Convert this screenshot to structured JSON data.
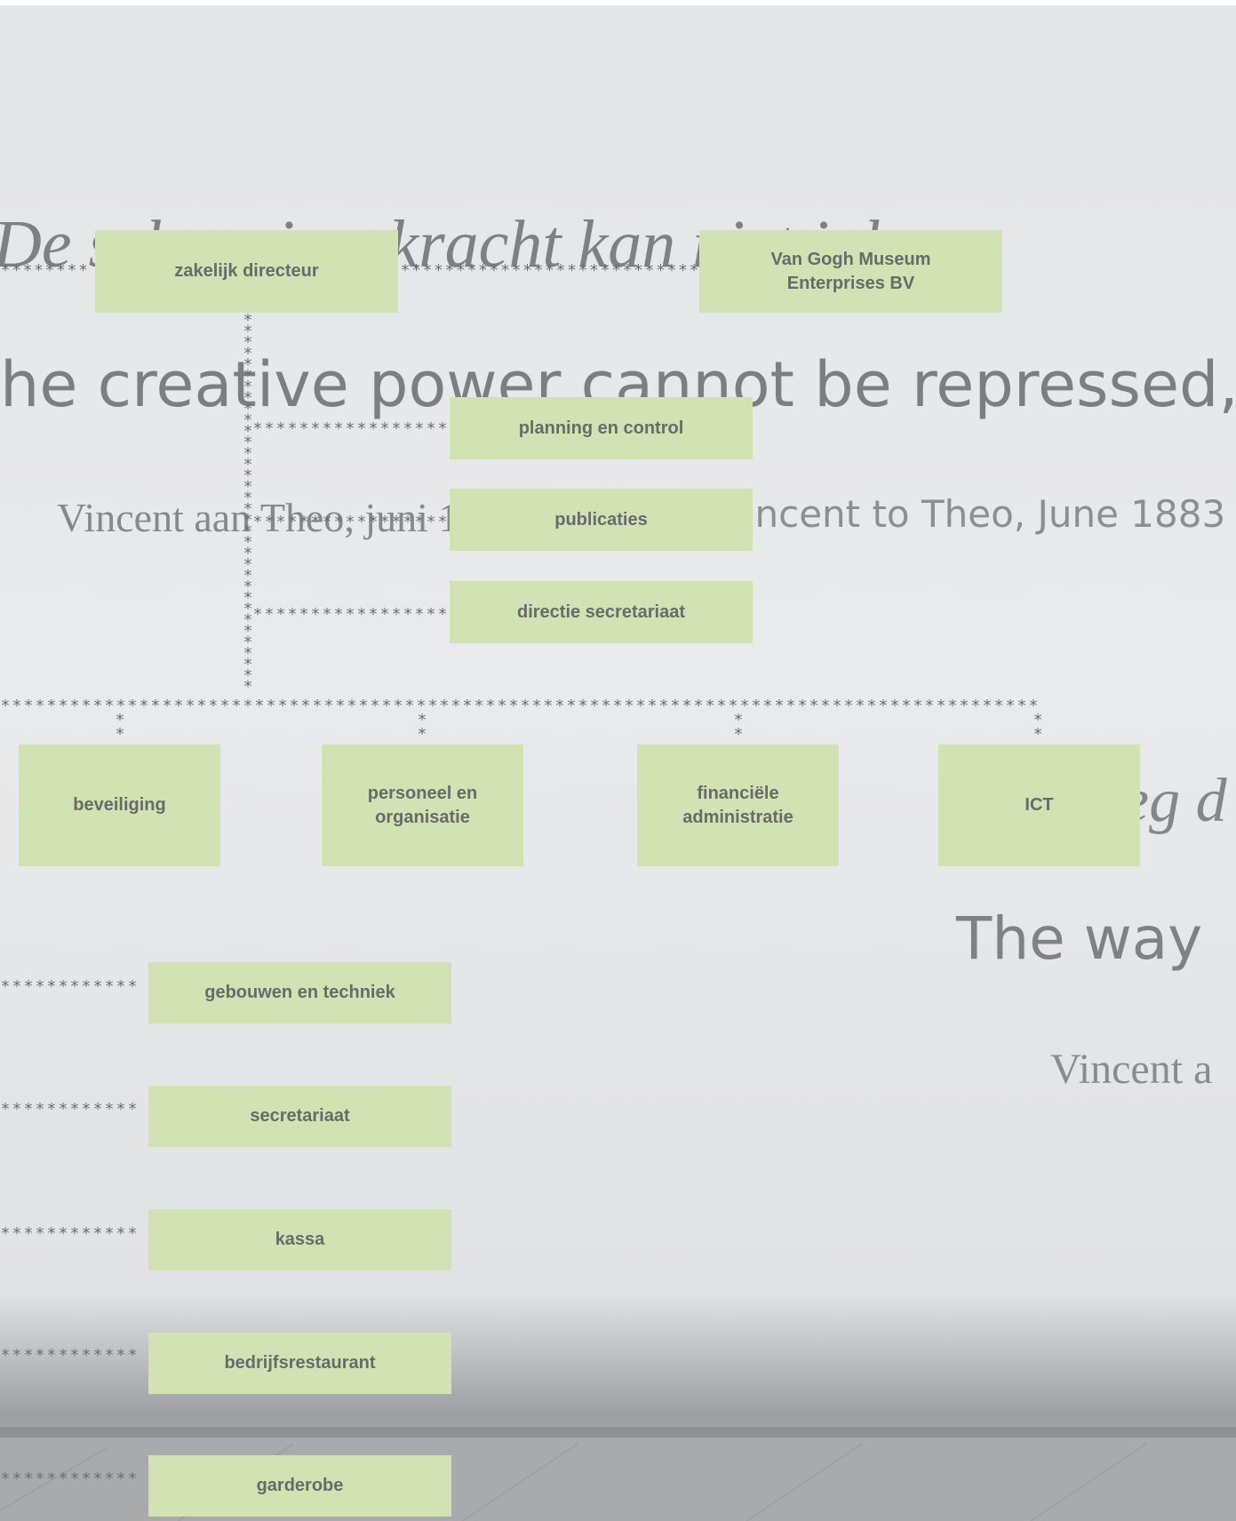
{
  "background": {
    "wall_text": {
      "dutch_quote": "De scheppingskracht kan niet inh",
      "english_quote": "he creative power cannot be repressed,",
      "attribution_dutch": "Vincent aan Theo, juni 1883",
      "attribution_english": "Vincent to Theo, June 1883",
      "fragment_right_italic": "eg d",
      "fragment_way": "The way",
      "fragment_vincent": "Vincent a"
    }
  },
  "org_chart": {
    "top": [
      {
        "id": "zakelijk",
        "label": "zakelijk directeur"
      },
      {
        "id": "vgme",
        "label": "Van Gogh Museum\nEnterprises BV"
      }
    ],
    "staff": [
      {
        "id": "planning",
        "label": "planning en control"
      },
      {
        "id": "publicaties",
        "label": "publicaties"
      },
      {
        "id": "directie",
        "label": "directie secretariaat"
      }
    ],
    "departments": [
      {
        "id": "beveiliging",
        "label": "beveiliging"
      },
      {
        "id": "personeel",
        "label": "personeel en\norganisatie"
      },
      {
        "id": "financiele",
        "label": "financiële\nadministratie"
      },
      {
        "id": "ict",
        "label": "ICT"
      }
    ],
    "sub_units": [
      {
        "id": "gebouwen",
        "label": "gebouwen en techniek"
      },
      {
        "id": "secretariaat",
        "label": "secretariaat"
      },
      {
        "id": "kassa",
        "label": "kassa"
      },
      {
        "id": "restaurant",
        "label": "bedrijfsrestaurant"
      },
      {
        "id": "garderobe",
        "label": "garderobe"
      }
    ],
    "colors": {
      "box_fill": "#d2e2b3",
      "box_text": "#6a6a6a",
      "connector": "#6d6d6d"
    },
    "connector_style": "asterisk-dotted"
  }
}
